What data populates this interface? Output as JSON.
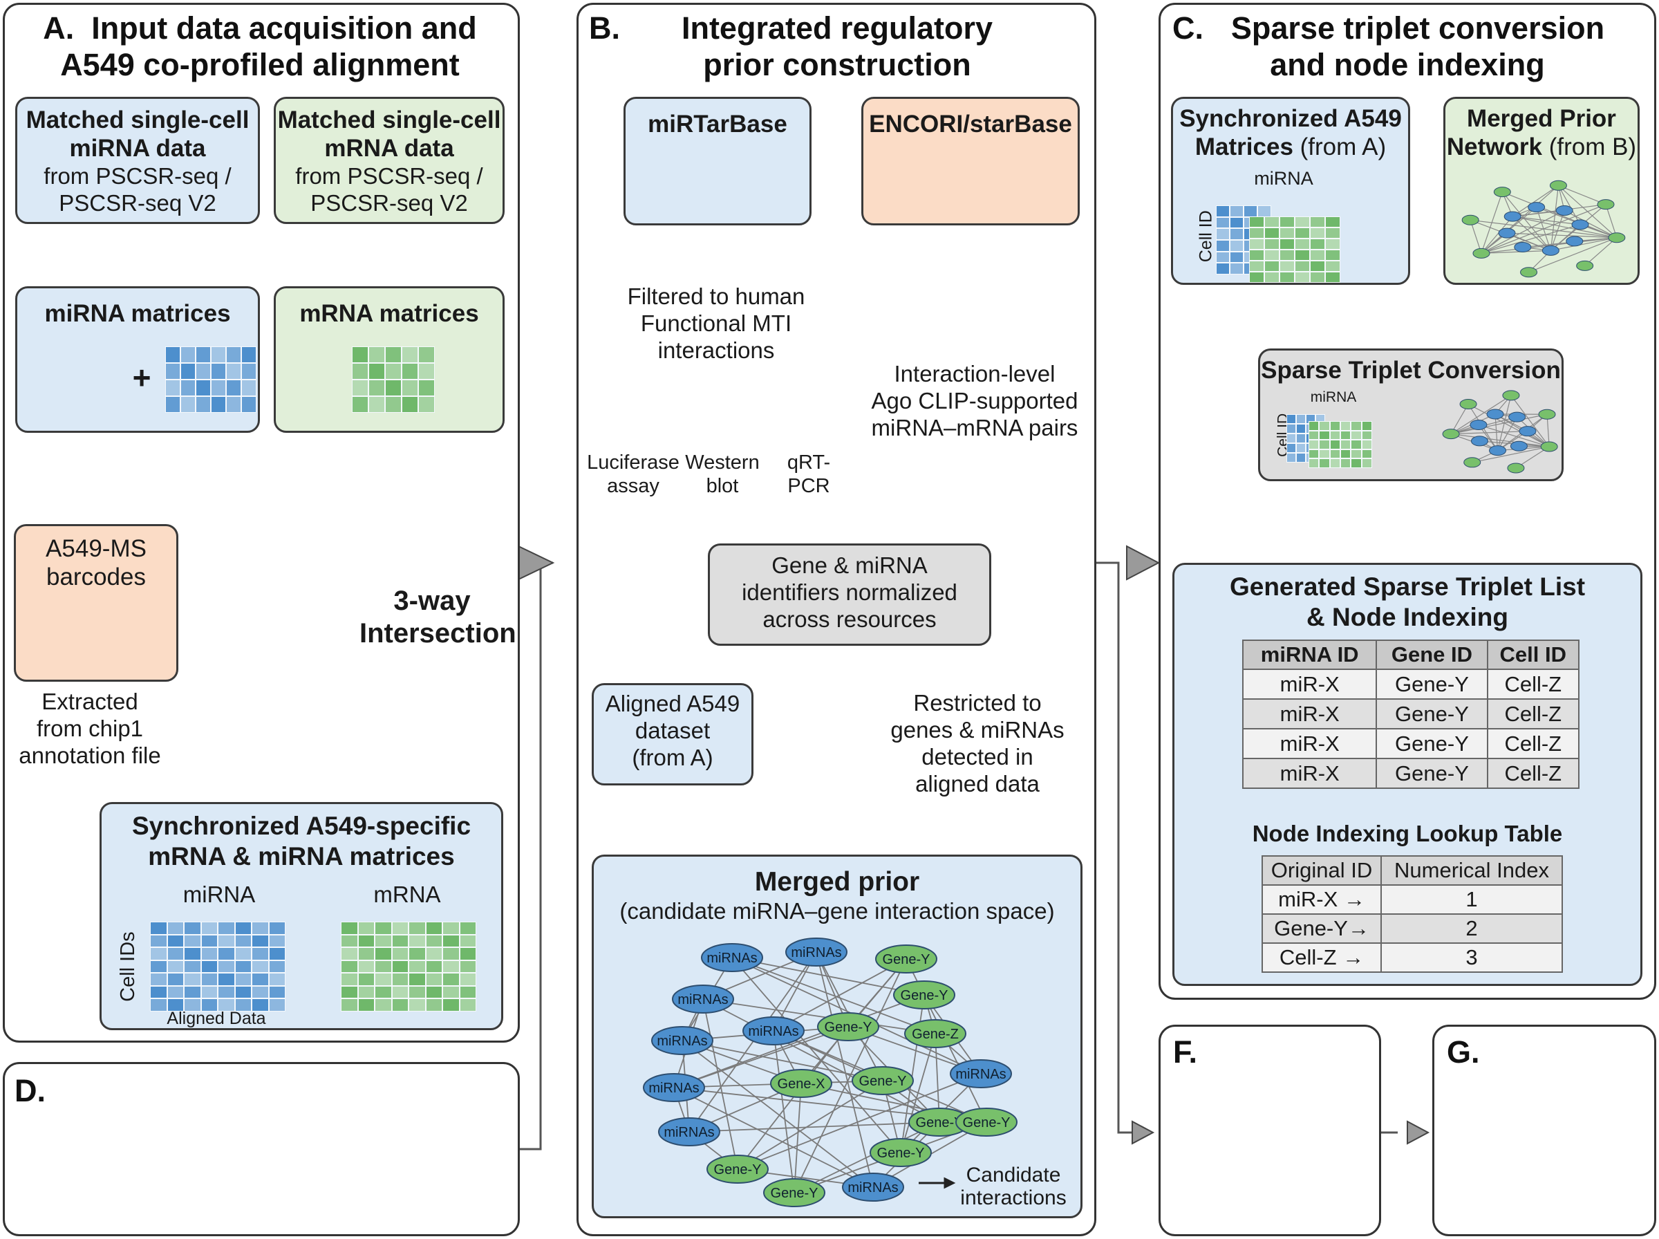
{
  "panelA": {
    "letter": "A.",
    "title_line1": "Input data acquisition and",
    "title_line2": "A549 co-profiled alignment",
    "mirna_data": {
      "l1": "Matched single-cell",
      "l2": "miRNA data",
      "l3": "from PSCSR-seq /",
      "l4": "PSCSR-seq V2"
    },
    "mrna_data": {
      "l1": "Matched single-cell",
      "l2": "mRNA data",
      "l3": "from PSCSR-seq /",
      "l4": "PSCSR-seq V2"
    },
    "mirna_matrices": "miRNA matrices",
    "mrna_matrices": "mRNA matrices",
    "plus": "+",
    "barcodes": {
      "l1": "A549-MS",
      "l2": "barcodes"
    },
    "extracted": {
      "l1": "Extracted",
      "l2": "from chip1",
      "l3": "annotation file"
    },
    "intersection": {
      "l1": "3-way",
      "l2": "Intersection"
    },
    "sync": {
      "l1": "Synchronized A549-specific",
      "l2": "mRNA & miRNA matrices",
      "mirna": "miRNA",
      "mrna": "mRNA",
      "cell_ids": "Cell IDs",
      "aligned": "Aligned Data"
    }
  },
  "panelB": {
    "letter": "B.",
    "title_line1": "Integrated regulatory",
    "title_line2": "prior construction",
    "mirtarbase": "miRTarBase",
    "encori": "ENCORI/starBase",
    "filtered": {
      "l1": "Filtered to human",
      "l2": "Functional MTI",
      "l3": "interactions"
    },
    "assays": [
      {
        "l1": "Luciferase",
        "l2": "assay"
      },
      {
        "l1": "Western",
        "l2": "blot"
      },
      {
        "l1": "qRT-",
        "l2": "PCR"
      }
    ],
    "clip": {
      "l1": "Interaction-level",
      "l2": "Ago CLIP-supported",
      "l3": "miRNA–mRNA pairs"
    },
    "normalized": {
      "l1": "Gene & miRNA",
      "l2": "identifiers normalized",
      "l3": "across resources"
    },
    "aligned": {
      "l1": "Aligned A549",
      "l2": "dataset",
      "l3": "(from A)"
    },
    "restricted": {
      "l1": "Restricted to",
      "l2": "genes & miRNAs",
      "l3": "detected in",
      "l4": "aligned data"
    },
    "merged": {
      "title": "Merged prior",
      "subtitle": "(candidate miRNA–gene interaction space)"
    },
    "candidate": {
      "l1": "Candidate",
      "l2": "interactions"
    },
    "network_nodes": [
      {
        "label": "miRNAs",
        "kind": "mirna"
      },
      {
        "label": "miRNAs",
        "kind": "mirna"
      },
      {
        "label": "Gene-Y",
        "kind": "gene"
      },
      {
        "label": "miRNAs",
        "kind": "mirna"
      },
      {
        "label": "Gene-Y",
        "kind": "gene"
      },
      {
        "label": "miRNAs",
        "kind": "mirna"
      },
      {
        "label": "miRNAs",
        "kind": "mirna"
      },
      {
        "label": "Gene-Y",
        "kind": "gene"
      },
      {
        "label": "Gene-Z",
        "kind": "gene"
      },
      {
        "label": "miRNAs",
        "kind": "mirna"
      },
      {
        "label": "Gene-X",
        "kind": "gene"
      },
      {
        "label": "Gene-Y",
        "kind": "gene"
      },
      {
        "label": "miRNAs",
        "kind": "mirna"
      },
      {
        "label": "Gene-Y",
        "kind": "gene"
      },
      {
        "label": "Gene-Y",
        "kind": "gene"
      },
      {
        "label": "miRNAs",
        "kind": "mirna"
      },
      {
        "label": "Gene-Y",
        "kind": "gene"
      },
      {
        "label": "Gene-Y",
        "kind": "gene"
      },
      {
        "label": "Gene-Y",
        "kind": "gene"
      },
      {
        "label": "miRNAs",
        "kind": "mirna"
      }
    ]
  },
  "panelC": {
    "letter": "C.",
    "title_line1": "Sparse triplet conversion",
    "title_line2": "and node indexing",
    "sync": {
      "l1": "Synchronized A549",
      "l2a": "Matrices",
      "l2b": " (from A)",
      "mirna": "miRNA",
      "cell_id": "Cell ID"
    },
    "merged": {
      "l1": "Merged Prior",
      "l2a": "Network",
      "l2b": " (from B)"
    },
    "conversion": {
      "title": "Sparse Triplet Conversion",
      "mirna": "miRNA",
      "cell_id": "Cell ID"
    },
    "generated": {
      "l1": "Generated Sparse Triplet List",
      "l2": "& Node Indexing"
    },
    "triplet_headers": [
      "miRNA ID",
      "Gene ID",
      "Cell ID"
    ],
    "triplet_rows": [
      [
        "miR-X",
        "Gene-Y",
        "Cell-Z"
      ],
      [
        "miR-X",
        "Gene-Y",
        "Cell-Z"
      ],
      [
        "miR-X",
        "Gene-Y",
        "Cell-Z"
      ],
      [
        "miR-X",
        "Gene-Y",
        "Cell-Z"
      ]
    ],
    "lookup_title": "Node Indexing Lookup Table",
    "lookup_headers": [
      "Original ID",
      "Numerical Index"
    ],
    "lookup_rows": [
      [
        "miR-X →",
        "1"
      ],
      [
        "Gene-Y→",
        "2"
      ],
      [
        "Cell-Z →",
        "3"
      ]
    ]
  },
  "panelD": {
    "letter": "D."
  },
  "panelF": {
    "letter": "F."
  },
  "panelG": {
    "letter": "G."
  },
  "colors": {
    "blue_box": "#dbe9f6",
    "green_box": "#e1efd9",
    "orange_box": "#fbdcc6",
    "blue_arrow": "#4a7fc1",
    "green_arrow": "#6fb16a",
    "orange_arrow": "#f0914a",
    "mirna_node": "#4d8fcd",
    "gene_node": "#78c06b"
  }
}
